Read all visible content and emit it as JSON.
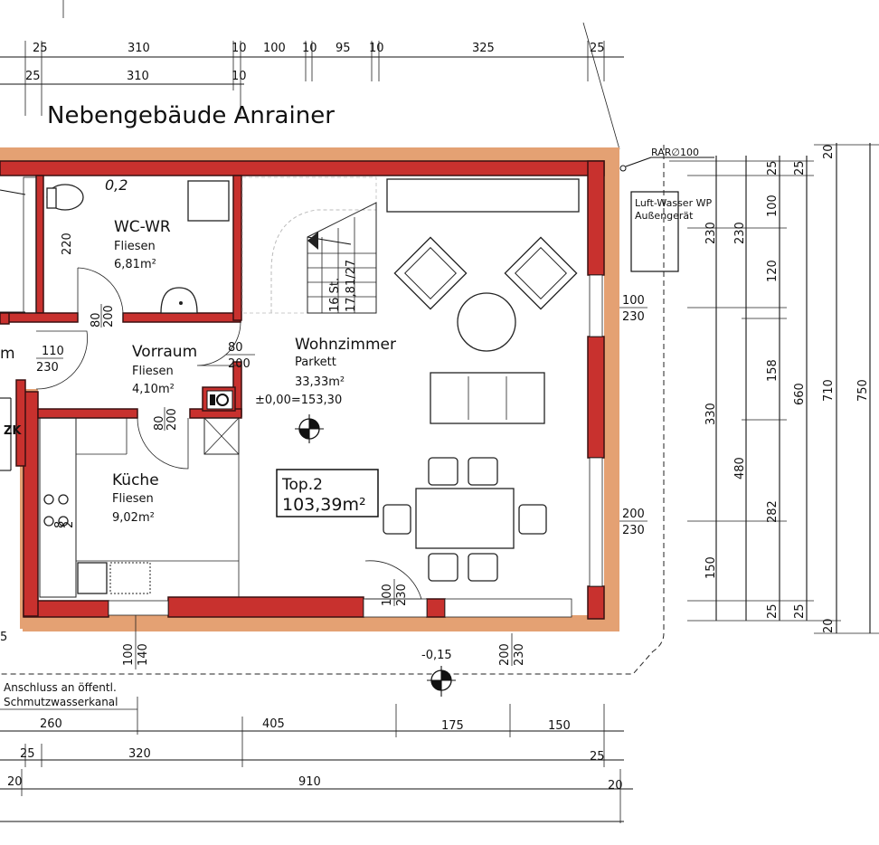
{
  "title": "Nebengebäude Anrainer",
  "unit_label": "Top.2",
  "unit_area": "103,39m²",
  "rooms": {
    "wc": {
      "name": "WC-WR",
      "floor": "Fliesen",
      "area": "6,81m²",
      "note": "0,2"
    },
    "vorraum": {
      "name": "Vorraum",
      "floor": "Fliesen",
      "area": "4,10m²"
    },
    "wohnzimmer": {
      "name": "Wohnzimmer",
      "floor": "Parkett",
      "area": "33,33m²",
      "level": "±0,00=153,30"
    },
    "kueche": {
      "name": "Küche",
      "floor": "Fliesen",
      "area": "9,02m²"
    },
    "left_partial": "m",
    "zk_partial": "ZK"
  },
  "stair": {
    "steps": "16 St.",
    "ratio": "17,81/27"
  },
  "outdoor_unit": {
    "line1": "Luft-Wasser WP",
    "line2": "Außengerät",
    "pipe": "RAR∅100"
  },
  "sewer_note": {
    "line1": "Anschluss an öffentl.",
    "line2": "Schmutzwasserkanal"
  },
  "exterior_level": "-0,15",
  "top_dims_row1": [
    "25",
    "310",
    "10",
    "100",
    "10",
    "95",
    "10",
    "325",
    "25"
  ],
  "top_dims_row2": [
    "25",
    "310",
    "10"
  ],
  "door_dims": {
    "wc_door": [
      "80",
      "200"
    ],
    "left_door": [
      "110",
      "230"
    ],
    "vorraum_door": [
      "80",
      "200"
    ],
    "kueche_door": [
      "80",
      "200"
    ],
    "wc_wall": "220",
    "right_window_top": [
      "100",
      "230"
    ],
    "right_window_bottom": [
      "200",
      "230"
    ],
    "bottom_door": [
      "100",
      "230"
    ],
    "bottom_window_left": [
      "100",
      "140"
    ],
    "bottom_window_right": [
      "200",
      "230"
    ],
    "left_edge": "5",
    "wall_markers": [
      "8",
      "2"
    ]
  },
  "right_dims": {
    "col_a": [
      "230",
      "330",
      "150"
    ],
    "col_b": [
      "230",
      "480"
    ],
    "col_c": [
      "25",
      "100",
      "120",
      "158",
      "282",
      "25"
    ],
    "col_d": [
      "25",
      "660",
      "25"
    ],
    "col_e": [
      "20",
      "710",
      "20"
    ],
    "col_f": [
      "750"
    ]
  },
  "bottom_dims": {
    "row1": [
      "260",
      "405",
      "175",
      "150"
    ],
    "row2": [
      "25",
      "320",
      "25"
    ],
    "row3": [
      "20",
      "910",
      "20"
    ]
  }
}
